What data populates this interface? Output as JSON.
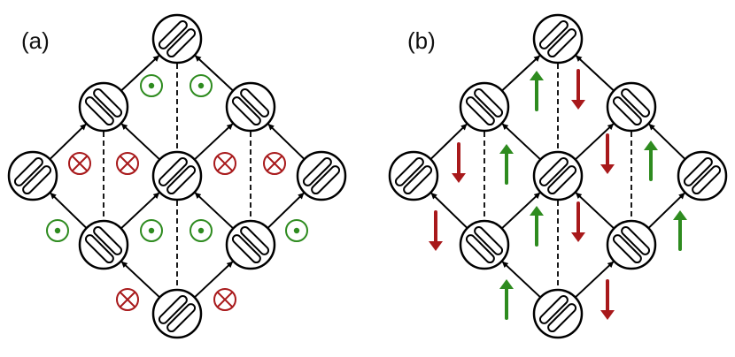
{
  "panels": [
    {
      "label": "(a)",
      "marker_type": "flux-symbol"
    },
    {
      "label": "(b)",
      "marker_type": "arrow"
    }
  ],
  "colors": {
    "outline": "#000000",
    "red": "#a8191b",
    "green": "#2e8b1f"
  },
  "nodes": [
    {
      "id": "top",
      "orientation": "diag"
    },
    {
      "id": "ul",
      "orientation": "vert"
    },
    {
      "id": "ur",
      "orientation": "vert"
    },
    {
      "id": "left",
      "orientation": "diag"
    },
    {
      "id": "center",
      "orientation": "diag"
    },
    {
      "id": "right",
      "orientation": "diag"
    },
    {
      "id": "ll",
      "orientation": "vert"
    },
    {
      "id": "lr",
      "orientation": "vert"
    },
    {
      "id": "bottom",
      "orientation": "diag"
    }
  ],
  "edges": [
    {
      "from": "ul",
      "to": "top",
      "type": "arrow"
    },
    {
      "from": "ur",
      "to": "top",
      "type": "arrow"
    },
    {
      "from": "left",
      "to": "ul",
      "type": "arrow"
    },
    {
      "from": "center",
      "to": "ul",
      "type": "arrow"
    },
    {
      "from": "center",
      "to": "ur",
      "type": "arrow"
    },
    {
      "from": "right",
      "to": "ur",
      "type": "arrow"
    },
    {
      "from": "ll",
      "to": "left",
      "type": "arrow"
    },
    {
      "from": "ll",
      "to": "center",
      "type": "arrow"
    },
    {
      "from": "lr",
      "to": "center",
      "type": "arrow"
    },
    {
      "from": "lr",
      "to": "right",
      "type": "arrow"
    },
    {
      "from": "bottom",
      "to": "ll",
      "type": "arrow"
    },
    {
      "from": "bottom",
      "to": "lr",
      "type": "arrow"
    },
    {
      "from": "top",
      "to": "center",
      "type": "dashed"
    },
    {
      "from": "ul",
      "to": "ll",
      "type": "dashed"
    },
    {
      "from": "ur",
      "to": "lr",
      "type": "dashed"
    },
    {
      "from": "center",
      "to": "bottom",
      "type": "dashed"
    }
  ],
  "markers_a": [
    {
      "place": "top-left",
      "state": "out"
    },
    {
      "place": "top-right",
      "state": "out"
    },
    {
      "place": "upper-left-outer",
      "state": "in"
    },
    {
      "place": "upper-left-inner",
      "state": "in"
    },
    {
      "place": "upper-right-inner",
      "state": "in"
    },
    {
      "place": "upper-right-outer",
      "state": "in"
    },
    {
      "place": "lower-left-outer",
      "state": "out"
    },
    {
      "place": "lower-left-inner",
      "state": "out"
    },
    {
      "place": "lower-right-inner",
      "state": "out"
    },
    {
      "place": "lower-right-outer",
      "state": "out"
    },
    {
      "place": "bottom-left",
      "state": "in"
    },
    {
      "place": "bottom-right",
      "state": "in"
    }
  ],
  "markers_b": [
    {
      "place": "top-left",
      "dir": "up"
    },
    {
      "place": "top-right",
      "dir": "down"
    },
    {
      "place": "upper-left-outer",
      "dir": "down"
    },
    {
      "place": "upper-left-inner",
      "dir": "up"
    },
    {
      "place": "upper-right-inner",
      "dir": "down"
    },
    {
      "place": "upper-right-outer",
      "dir": "up"
    },
    {
      "place": "lower-left-outer",
      "dir": "down"
    },
    {
      "place": "lower-left-inner",
      "dir": "up"
    },
    {
      "place": "lower-right-inner",
      "dir": "down"
    },
    {
      "place": "lower-right-outer",
      "dir": "up"
    },
    {
      "place": "bottom-left",
      "dir": "up"
    },
    {
      "place": "bottom-right",
      "dir": "down"
    }
  ]
}
